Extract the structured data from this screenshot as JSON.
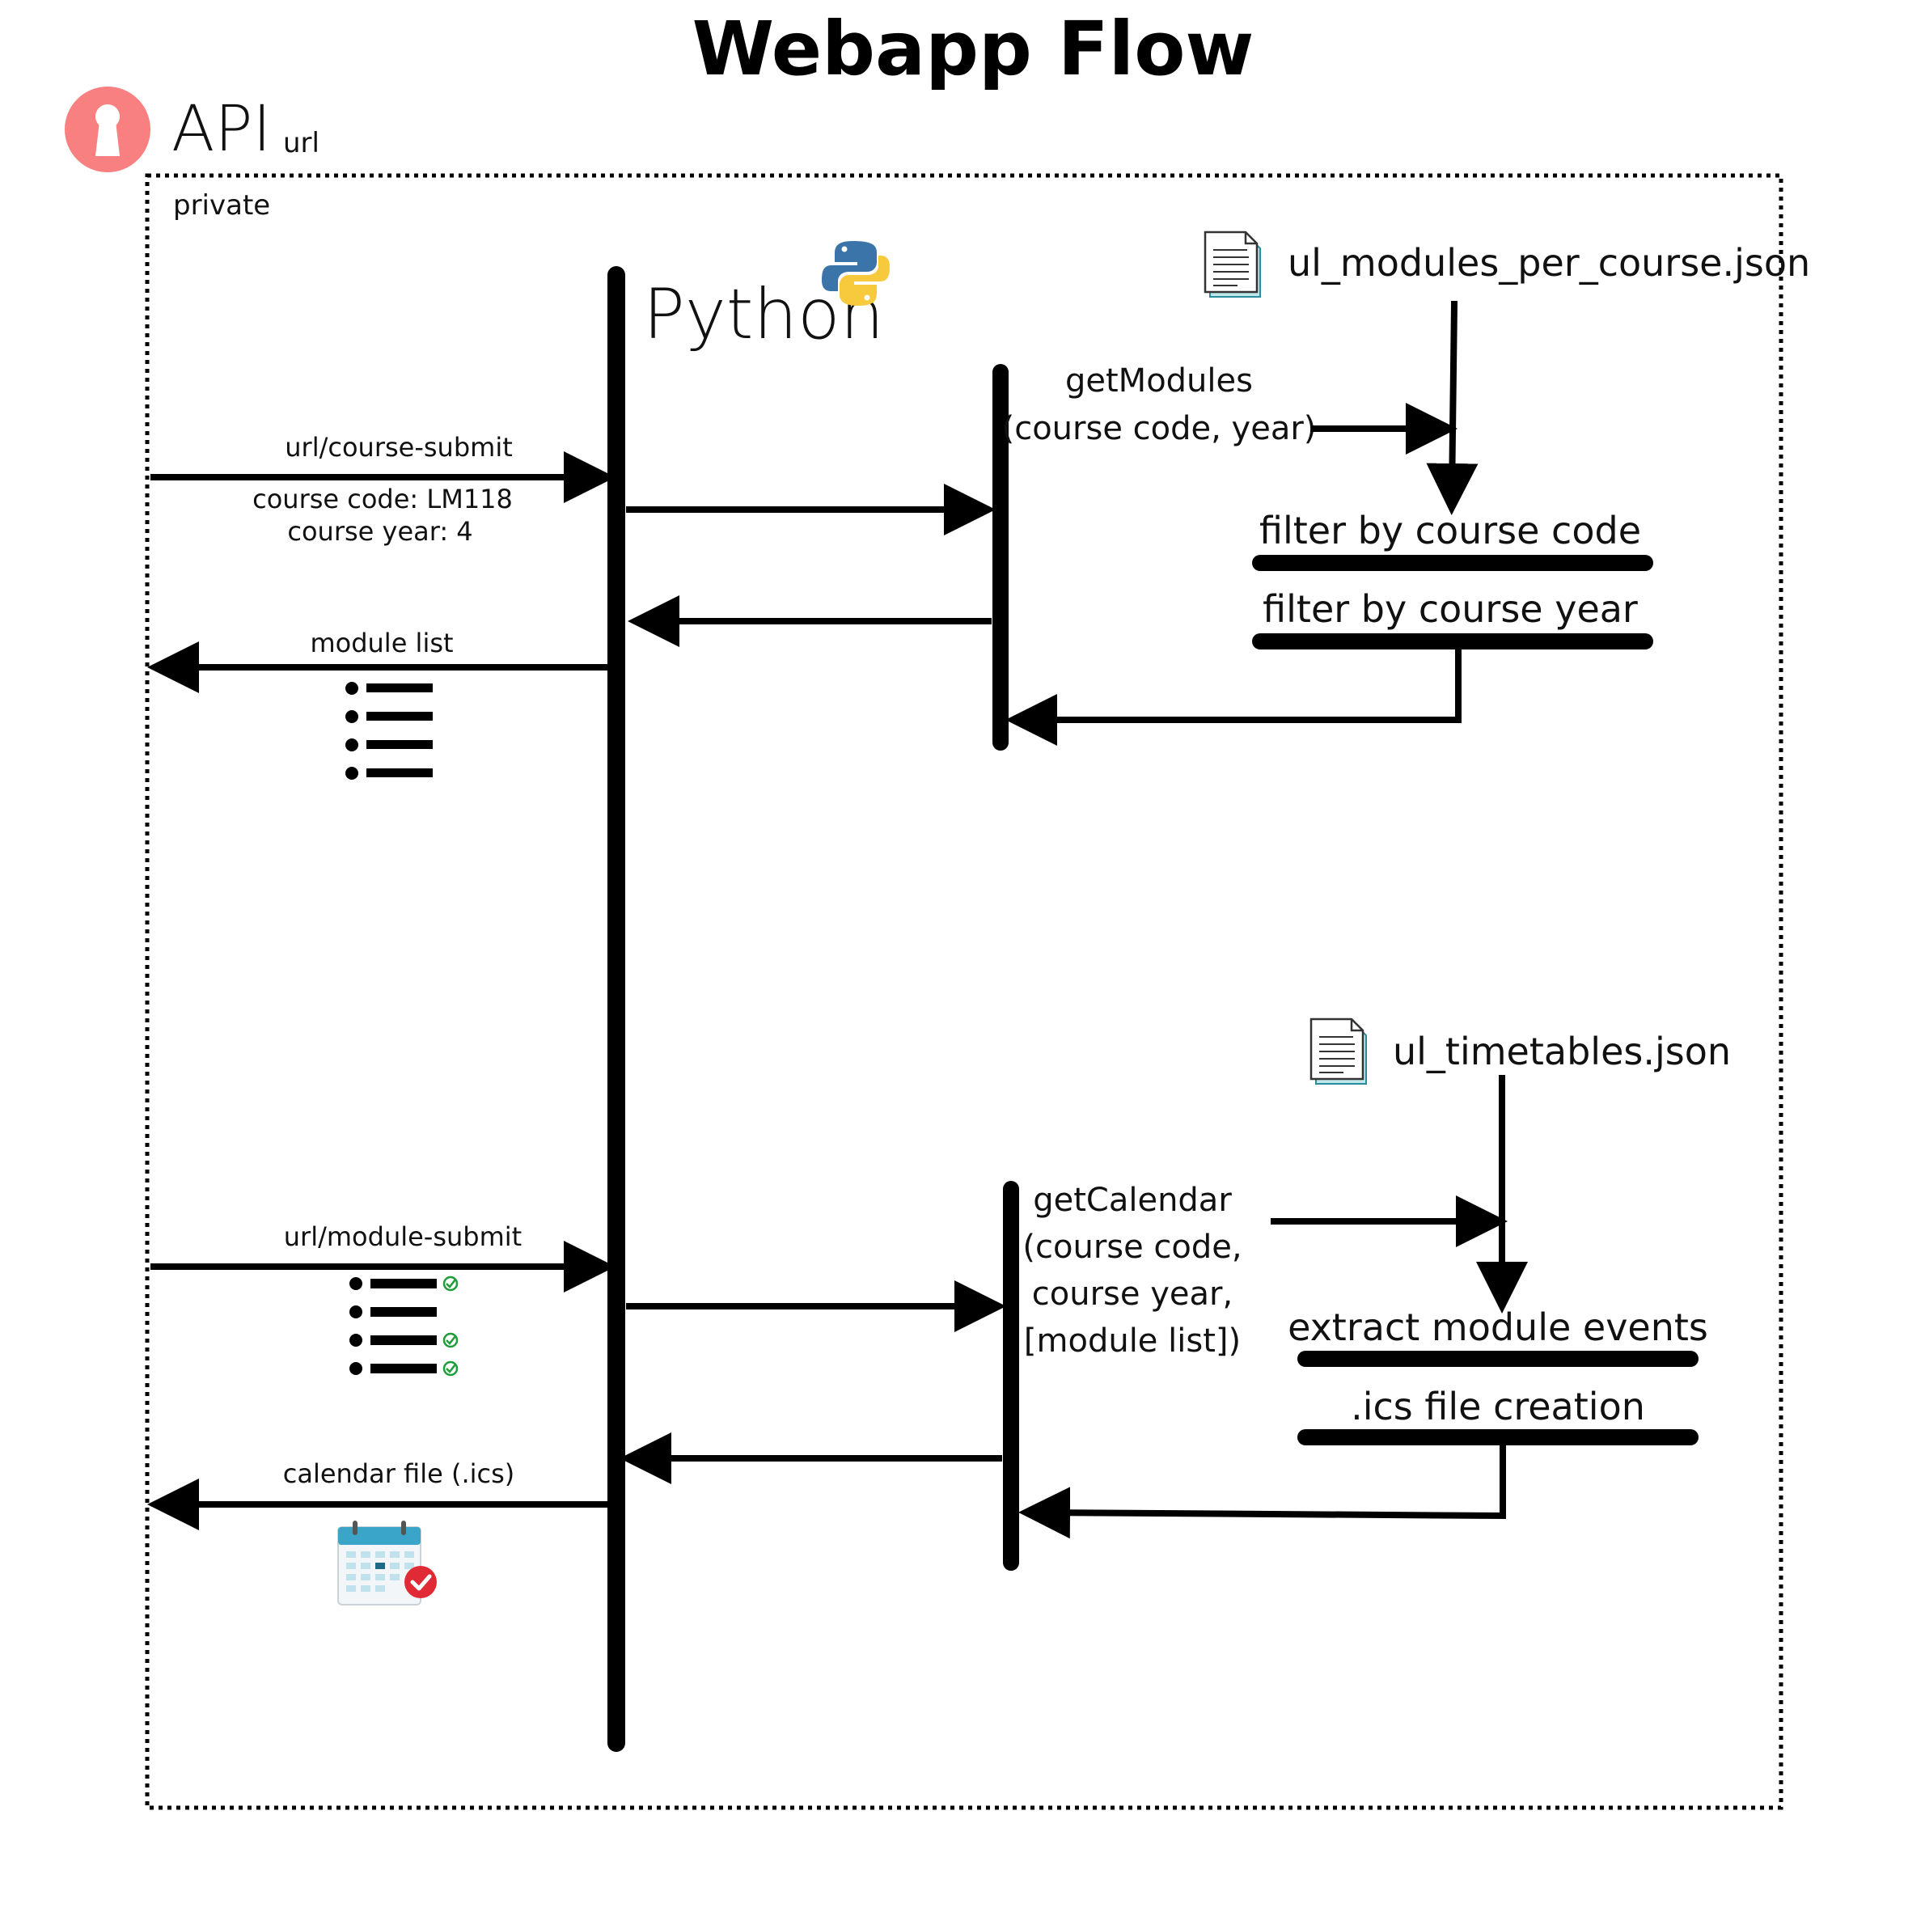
{
  "title": "Webapp Flow",
  "api": {
    "label": "API",
    "sub": "url",
    "accent": "#f98080"
  },
  "zone_label": "private",
  "python_label": "Python",
  "files": {
    "modules": "ul_modules_per_course.json",
    "timetables": "ul_timetables.json"
  },
  "flow1": {
    "request": "url/course-submit",
    "params": [
      "course code: LM118",
      "course year: 4"
    ],
    "response": "module list",
    "fn_name": "getModules",
    "fn_args": "(course code, year)",
    "steps": [
      "filter by course code",
      "filter by course year"
    ]
  },
  "flow2": {
    "request": "url/module-submit",
    "response": "calendar file (.ics)",
    "fn_lines": [
      "getCalendar",
      "(course code,",
      "course year,",
      "[module list])"
    ],
    "steps": [
      "extract module events",
      ".ics file creation"
    ],
    "checked_modules": [
      true,
      false,
      true,
      true
    ]
  },
  "colors": {
    "check": "#1f9d3a",
    "python_blue": "#3b74a8",
    "python_yellow": "#f7c93d",
    "calendar_header": "#3aa5c8",
    "calendar_badge": "#e02b36"
  },
  "icons": [
    "lock-icon",
    "python-logo-icon",
    "document-icon",
    "list-icon",
    "checklist-icon",
    "calendar-icon"
  ]
}
